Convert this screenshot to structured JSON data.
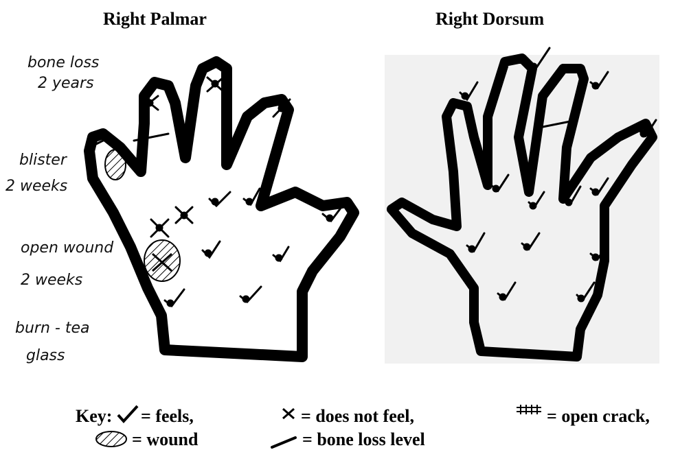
{
  "figure": {
    "left_title": "Right Palmar",
    "right_title": "Right Dorsum",
    "notes": [
      {
        "line1": "bone loss",
        "line2": "2 years"
      },
      {
        "line1": "blister",
        "line2": "2 weeks"
      },
      {
        "line1": "open wound",
        "line2": "2 weeks"
      },
      {
        "line1": "burn - tea",
        "line2": "glass"
      }
    ]
  },
  "key": {
    "prefix": "Key:",
    "feels": "= feels,",
    "not_feel": "= does not feel,",
    "crack": "= open crack,",
    "wound": "= wound",
    "bone_loss": "= bone loss level"
  }
}
